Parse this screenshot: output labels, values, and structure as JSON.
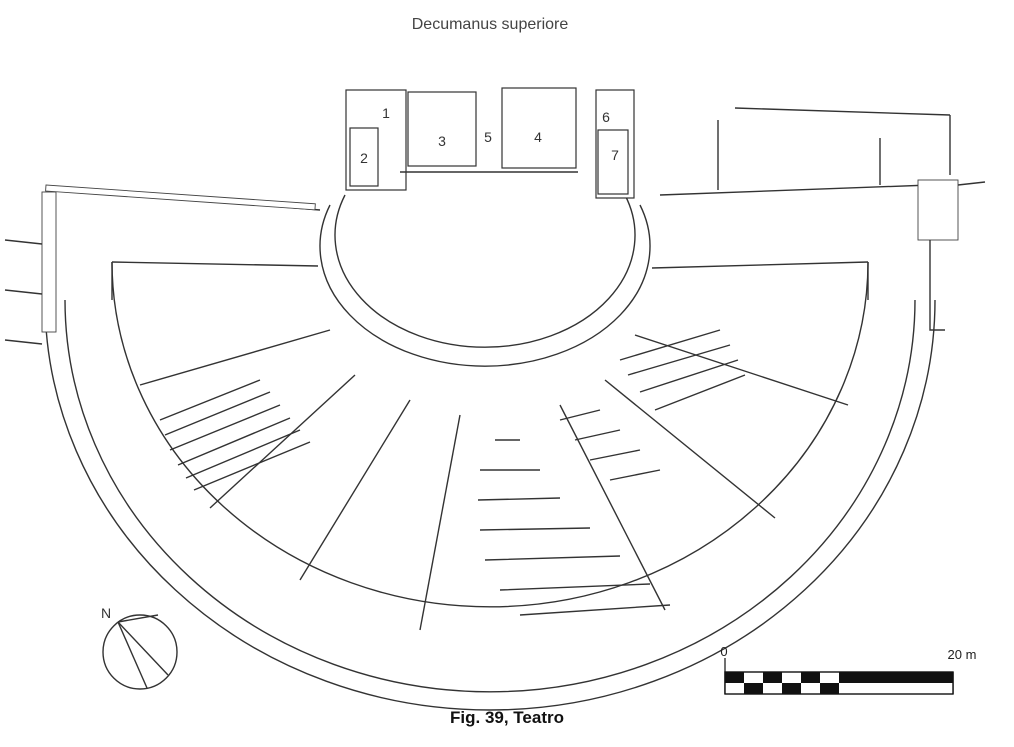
{
  "street_label": "Decumanus superiore",
  "rooms": [
    "1",
    "2",
    "3",
    "5",
    "4",
    "6",
    "7"
  ],
  "north_label": "N",
  "scale": {
    "start": "0",
    "end": "20 m"
  },
  "caption": "Fig. 39, Teatro"
}
